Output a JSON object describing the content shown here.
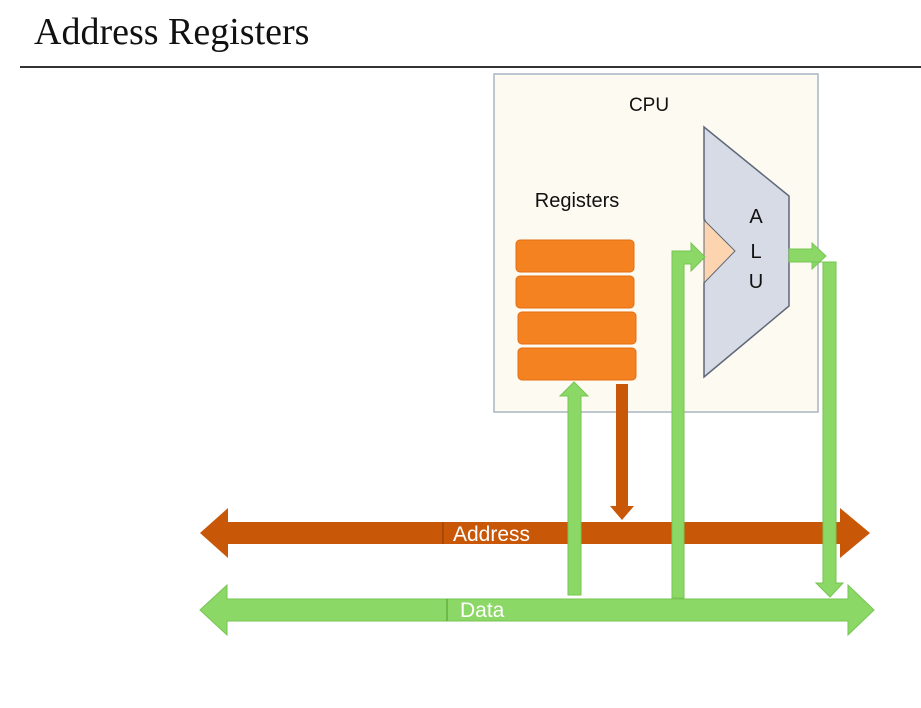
{
  "slide": {
    "title": "Address Registers"
  },
  "diagram": {
    "cpu_label": "CPU",
    "registers_label": "Registers",
    "alu_letters": [
      "A",
      "L",
      "U"
    ],
    "address_bus_label": "Address",
    "data_bus_label": "Data",
    "register_count": 4,
    "colors": {
      "cpu_box_fill": "#fdfaf2",
      "cpu_box_border": "#a9b4c3",
      "register_fill": "#f58220",
      "alu_fill": "#d7dbe6",
      "alu_border": "#5e6878",
      "alu_input_triangle": "#fcd5b0",
      "address_bus": "#c95708",
      "data_bus": "#8bd867"
    }
  }
}
